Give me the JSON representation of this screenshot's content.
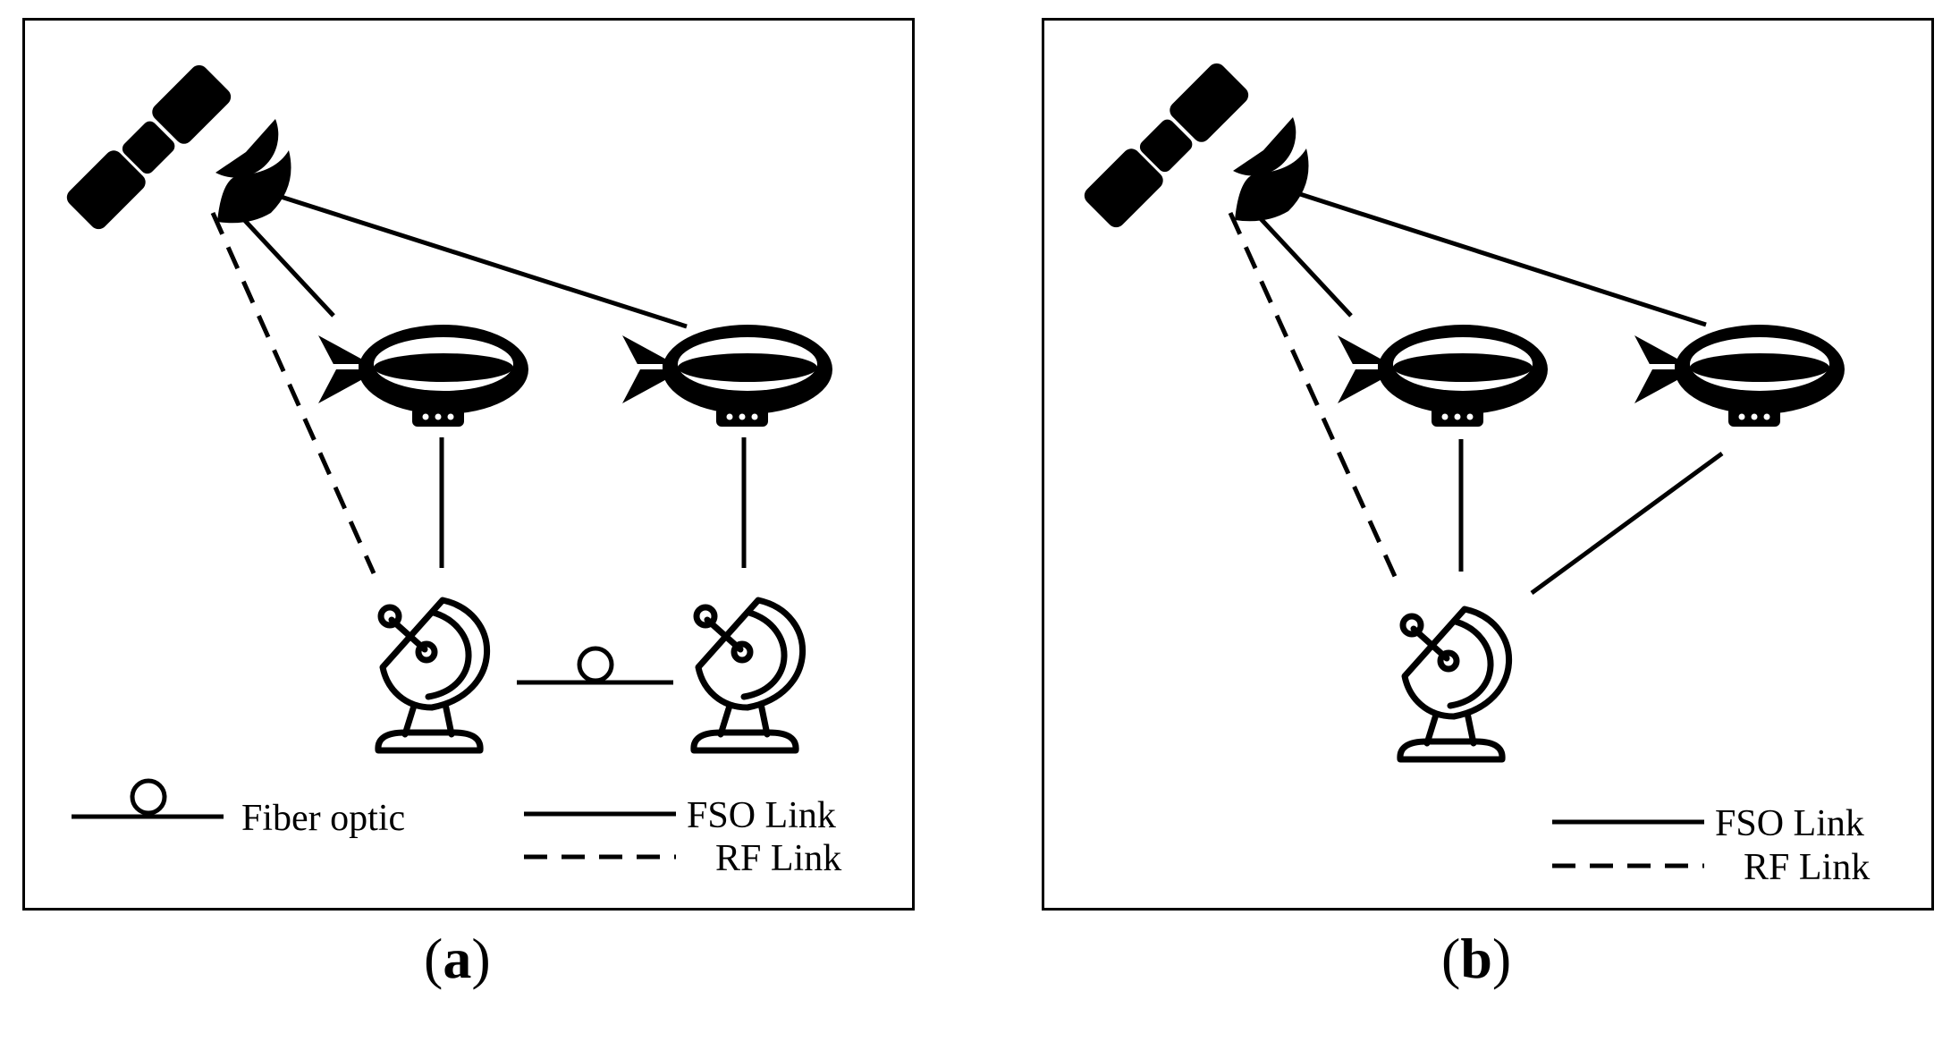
{
  "panel_a": {
    "legend": {
      "fiber_optic": "Fiber optic",
      "fso_link": "FSO Link",
      "rf_link": "RF Link"
    },
    "caption_letter": "a"
  },
  "panel_b": {
    "legend": {
      "fso_link": "FSO Link",
      "rf_link": "RF Link"
    },
    "caption_letter": "b"
  },
  "icons": [
    "satellite-icon",
    "airship-icon",
    "satellite-dish-icon",
    "fiber-optic-icon"
  ],
  "colors": {
    "stroke": "#000000",
    "background": "#ffffff"
  }
}
